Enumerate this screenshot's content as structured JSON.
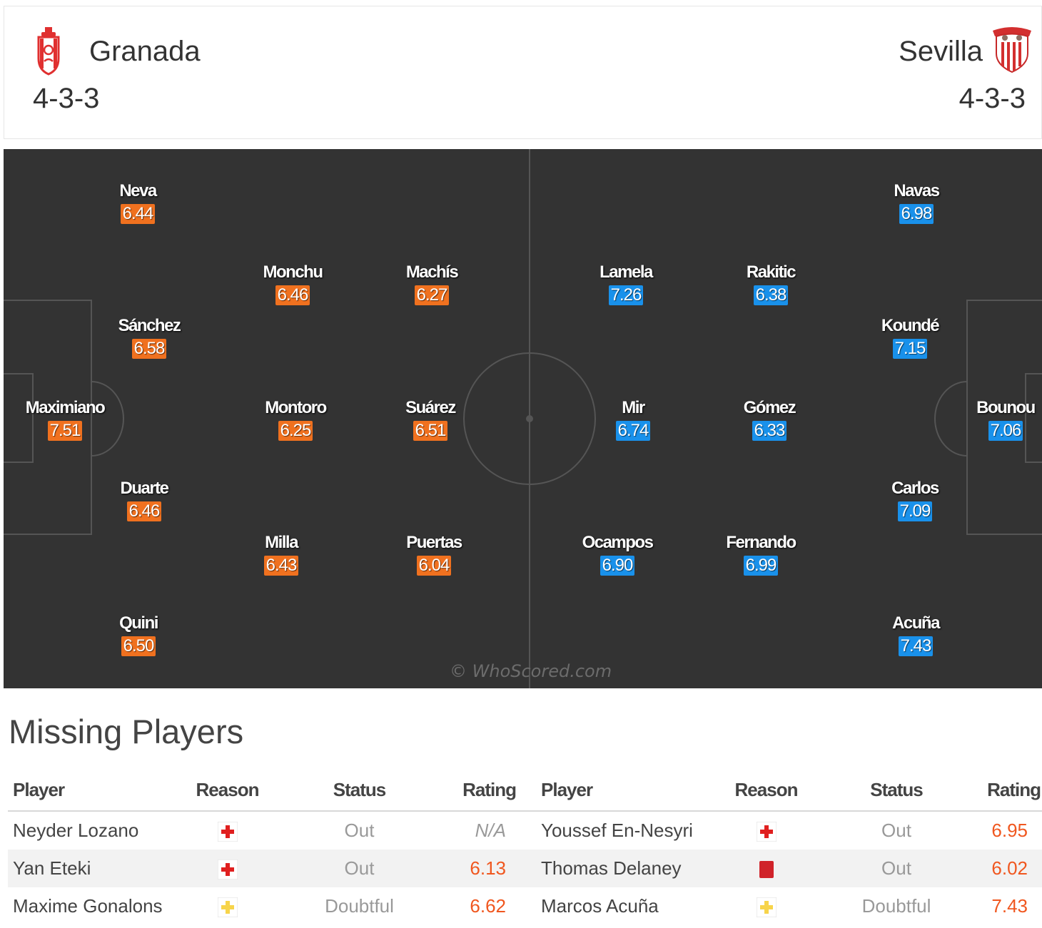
{
  "home": {
    "name": "Granada",
    "formation": "4-3-3",
    "crest_icon": "granada-crest-icon",
    "color": "#f0711f",
    "players": [
      {
        "name": "Maximiano",
        "rating": "7.51"
      },
      {
        "name": "Neva",
        "rating": "6.44"
      },
      {
        "name": "Sánchez",
        "rating": "6.58"
      },
      {
        "name": "Duarte",
        "rating": "6.46"
      },
      {
        "name": "Quini",
        "rating": "6.50"
      },
      {
        "name": "Monchu",
        "rating": "6.46"
      },
      {
        "name": "Montoro",
        "rating": "6.25"
      },
      {
        "name": "Milla",
        "rating": "6.43"
      },
      {
        "name": "Machís",
        "rating": "6.27"
      },
      {
        "name": "Suárez",
        "rating": "6.51"
      },
      {
        "name": "Puertas",
        "rating": "6.04"
      }
    ]
  },
  "away": {
    "name": "Sevilla",
    "formation": "4-3-3",
    "crest_icon": "sevilla-crest-icon",
    "color": "#1991eb",
    "players": [
      {
        "name": "Bounou",
        "rating": "7.06"
      },
      {
        "name": "Navas",
        "rating": "6.98"
      },
      {
        "name": "Koundé",
        "rating": "7.15"
      },
      {
        "name": "Carlos",
        "rating": "7.09"
      },
      {
        "name": "Acuña",
        "rating": "7.43"
      },
      {
        "name": "Rakitic",
        "rating": "6.38"
      },
      {
        "name": "Gómez",
        "rating": "6.33"
      },
      {
        "name": "Fernando",
        "rating": "6.99"
      },
      {
        "name": "Lamela",
        "rating": "7.26"
      },
      {
        "name": "Mir",
        "rating": "6.74"
      },
      {
        "name": "Ocampos",
        "rating": "6.90"
      }
    ]
  },
  "watermark": "© WhoScored.com",
  "missing": {
    "title": "Missing Players",
    "headers": [
      "Player",
      "Reason",
      "Status",
      "Rating",
      "Player",
      "Reason",
      "Status",
      "Rating"
    ],
    "rows": [
      {
        "home": {
          "player": "Neyder Lozano",
          "reason_icon": "injury-icon",
          "status": "Out",
          "rating": "N/A"
        },
        "away": {
          "player": "Youssef En-Nesyri",
          "reason_icon": "injury-icon",
          "status": "Out",
          "rating": "6.95"
        }
      },
      {
        "home": {
          "player": "Yan Eteki",
          "reason_icon": "injury-icon",
          "status": "Out",
          "rating": "6.13"
        },
        "away": {
          "player": "Thomas Delaney",
          "reason_icon": "red-card-icon",
          "status": "Out",
          "rating": "6.02"
        }
      },
      {
        "home": {
          "player": "Maxime Gonalons",
          "reason_icon": "doubtful-injury-icon",
          "status": "Doubtful",
          "rating": "6.62"
        },
        "away": {
          "player": "Marcos Acuña",
          "reason_icon": "doubtful-injury-icon",
          "status": "Doubtful",
          "rating": "7.43"
        }
      }
    ]
  }
}
